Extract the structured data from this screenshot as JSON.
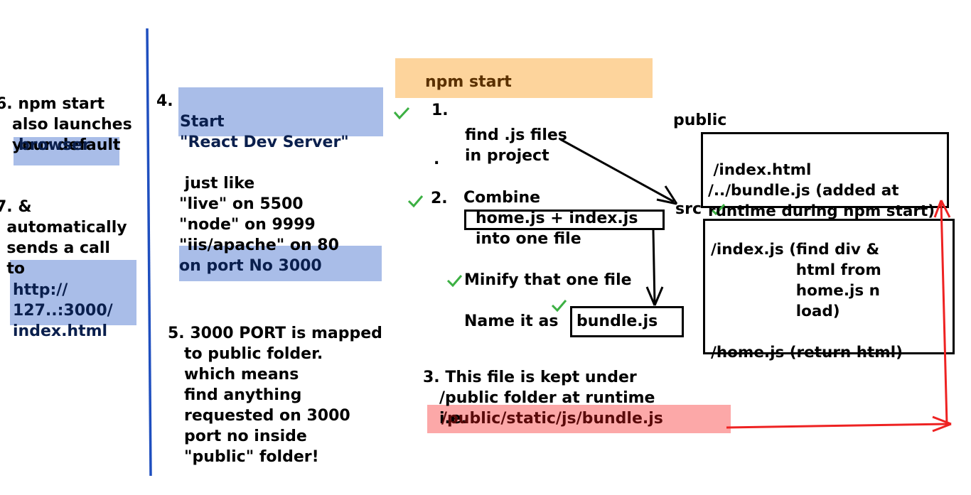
{
  "colors": {
    "divider": "#1f4fbf",
    "blue_highlight": "#a9bde8",
    "orange_highlight": "#fdd49c",
    "red_highlight": "#fca8a8",
    "check": "#3cb043",
    "red_arrow": "#ee2222"
  },
  "left": {
    "step6": [
      "6. npm start",
      "   also launches",
      "   your default"
    ],
    "step6_browser": "browser",
    "step7": [
      "7. &",
      "  automatically",
      "  sends a call",
      "  to"
    ],
    "step7_url": [
      "http://",
      "127..:3000/",
      "index.html"
    ]
  },
  "middle": {
    "step4_num": "4.",
    "step4_box": [
      "Start",
      "\"React Dev Server\""
    ],
    "like": [
      " just like",
      "\"live\" on 5500",
      "\"node\" on 9999",
      "\"iis/apache\" on 80"
    ],
    "port_box": "on port No 3000",
    "step5": [
      "5. 3000 PORT is mapped",
      "   to public folder.",
      "   which means",
      "   find anything",
      "   requested on 3000",
      "   port no inside",
      "   \"public\" folder!"
    ]
  },
  "center": {
    "npm_start": "npm start",
    "step1_num": "1.",
    "step1_text": [
      "find .js files",
      "in project"
    ],
    "dot": ".",
    "step2_num": "2.",
    "step2_combine": "Combine",
    "step2_files": "home.js + index.js",
    "step2_into": "into one file",
    "minify": "Minify that one file",
    "name_it": "Name it as",
    "bundle": "bundle.js",
    "step3": [
      "3. This file is kept under",
      "   /public folder at runtime",
      "   i.e."
    ],
    "public_path": "/public/static/js/bundle.js"
  },
  "right": {
    "public_label": "public",
    "public_box": [
      " /index.html",
      "/../bundle.js (added at",
      "runtime during npm start)"
    ],
    "src_label": "src",
    "src_box": [
      "/index.js (find div &",
      "                html from",
      "                home.js n",
      "                load)",
      "",
      "/home.js (return html)"
    ]
  }
}
